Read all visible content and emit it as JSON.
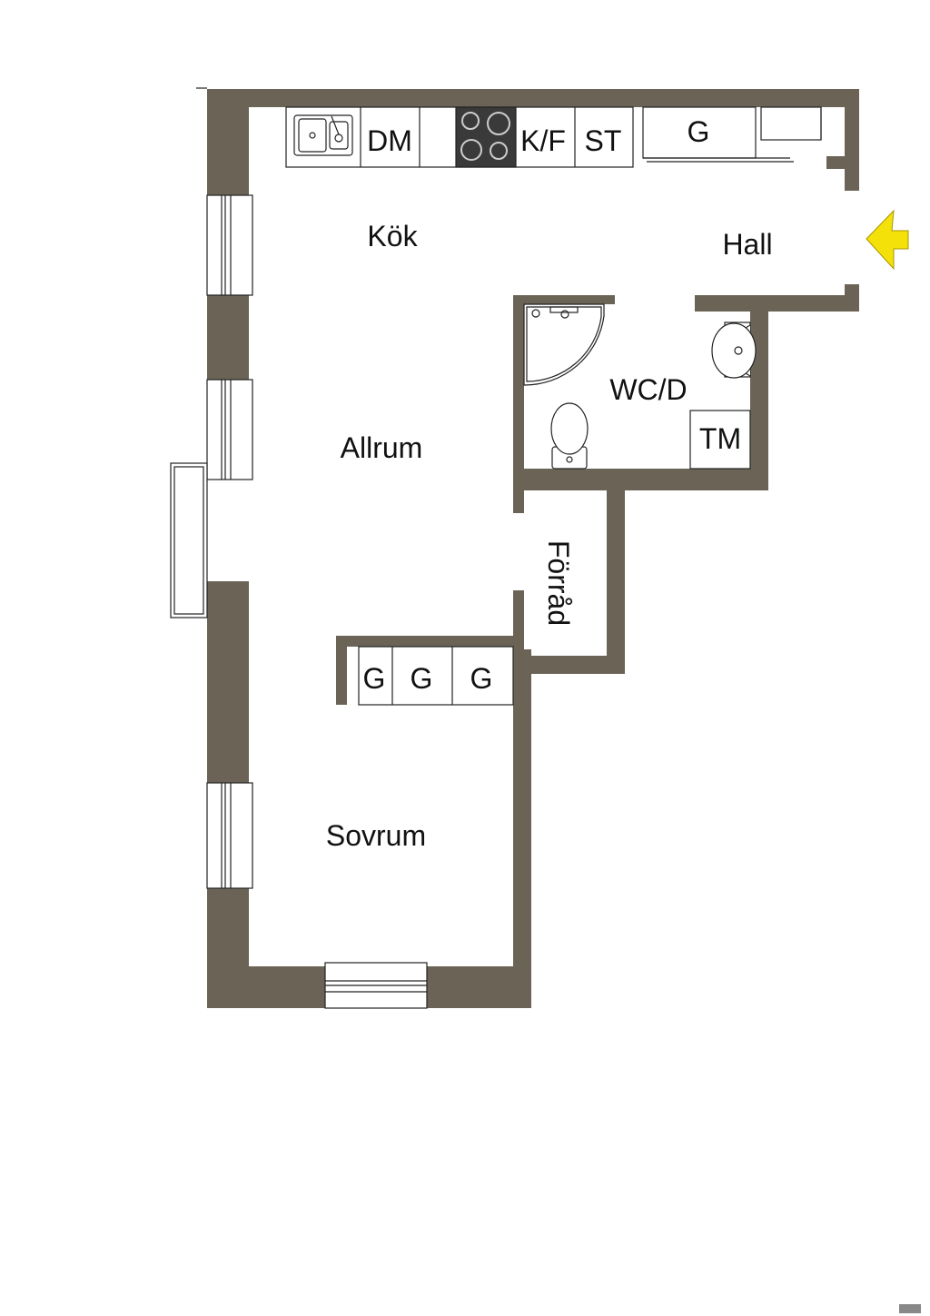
{
  "plan": {
    "rooms": {
      "kitchen": "Kök",
      "hall": "Hall",
      "living": "Allrum",
      "bath": "WC/D",
      "storage": "Förråd",
      "bedroom": "Sovrum"
    },
    "fixtures": {
      "dishwasher": "DM",
      "fridge_freezer": "K/F",
      "cabinet_st": "ST",
      "wardrobe_hall": "G",
      "washer": "TM",
      "wardrobe_1": "G",
      "wardrobe_2": "G",
      "wardrobe_3": "G"
    },
    "entrance_icon": "entrance-arrow-icon"
  },
  "colors": {
    "wall": "#6b6456",
    "floor": "#ffffff",
    "line": "#222222",
    "stove": "#3a3a3a",
    "arrow": "#f5e10a"
  }
}
